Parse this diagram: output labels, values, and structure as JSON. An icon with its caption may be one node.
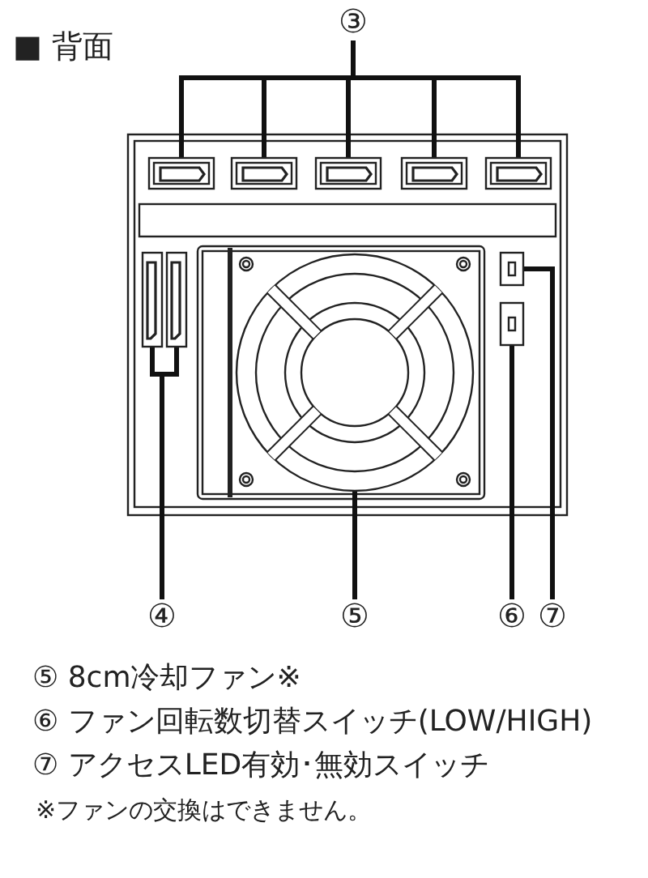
{
  "diagram": {
    "title": "■ 背面",
    "nodes": [
      {
        "text": [
          "③"
        ]
      },
      {
        "text": [],
        "shape": "box"
      },
      {
        "text": [],
        "shape": "box"
      },
      {
        "text": [],
        "shape": "box"
      },
      {
        "text": [],
        "shape": "box"
      },
      {
        "text": [],
        "shape": "box"
      },
      {
        "text": [
          "④"
        ]
      },
      {
        "text": [],
        "shape": "box"
      },
      {
        "text": [],
        "shape": "box"
      },
      {
        "text": [
          "⑤"
        ]
      },
      {
        "text": [],
        "shape": "circle"
      },
      {
        "text": [
          "⑥"
        ]
      },
      {
        "text": [],
        "shape": "box"
      },
      {
        "text": [
          "⑦"
        ]
      },
      {
        "text": [],
        "shape": "box"
      }
    ],
    "edges": [
      {
        "from": 0,
        "to": 1,
        "arrow": "none"
      },
      {
        "from": 0,
        "to": 2,
        "arrow": "none"
      },
      {
        "from": 0,
        "to": 3,
        "arrow": "none"
      },
      {
        "from": 0,
        "to": 4,
        "arrow": "none"
      },
      {
        "from": 0,
        "to": 5,
        "arrow": "none"
      },
      {
        "from": 6,
        "to": 7,
        "arrow": "none"
      },
      {
        "from": 6,
        "to": 8,
        "arrow": "none"
      },
      {
        "from": 9,
        "to": 10,
        "arrow": "none"
      },
      {
        "from": 11,
        "to": 12,
        "arrow": "none"
      },
      {
        "from": 13,
        "to": 14,
        "arrow": "none"
      }
    ],
    "labels": [
      "⑤ 8cm冷却ファン※",
      "⑥ ファン回転数切替スイッチ(LOW/HIGH)",
      "⑦ アクセスLED有効･無効スイッチ",
      "※ファンの交換はできません。"
    ]
  }
}
